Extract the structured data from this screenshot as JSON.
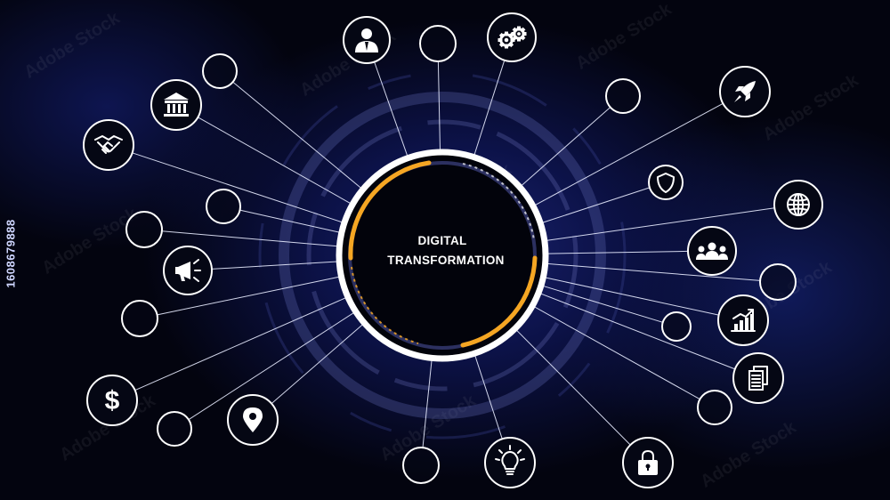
{
  "hub": {
    "line1": "DIGITAL",
    "line2": "TRANSFORMATION"
  },
  "stock_id": "1608679888",
  "watermark": "Adobe Stock",
  "colors": {
    "accent": "#f5a623",
    "line": "#e8ecff",
    "background": "#03040f"
  },
  "nodes": [
    {
      "id": "person",
      "icon": "person-icon"
    },
    {
      "id": "top-empty",
      "icon": ""
    },
    {
      "id": "gears",
      "icon": "gears-icon"
    },
    {
      "id": "rocket",
      "icon": "rocket-icon"
    },
    {
      "id": "upper-right-empty",
      "icon": ""
    },
    {
      "id": "shield",
      "icon": "shield-icon"
    },
    {
      "id": "globe",
      "icon": "globe-icon"
    },
    {
      "id": "group",
      "icon": "group-icon"
    },
    {
      "id": "right-empty-1",
      "icon": ""
    },
    {
      "id": "right-empty-2",
      "icon": ""
    },
    {
      "id": "chart",
      "icon": "bar-chart-icon"
    },
    {
      "id": "documents",
      "icon": "documents-icon"
    },
    {
      "id": "right-empty-3",
      "icon": ""
    },
    {
      "id": "lock",
      "icon": "lock-icon"
    },
    {
      "id": "lightbulb",
      "icon": "lightbulb-icon"
    },
    {
      "id": "bottom-empty",
      "icon": ""
    },
    {
      "id": "location",
      "icon": "location-pin-icon"
    },
    {
      "id": "lower-left-empty",
      "icon": ""
    },
    {
      "id": "dollar",
      "icon": "dollar-icon"
    },
    {
      "id": "left-empty-1",
      "icon": ""
    },
    {
      "id": "megaphone",
      "icon": "megaphone-icon"
    },
    {
      "id": "left-empty-2",
      "icon": ""
    },
    {
      "id": "left-empty-3",
      "icon": ""
    },
    {
      "id": "handshake",
      "icon": "handshake-icon"
    },
    {
      "id": "bank",
      "icon": "bank-icon"
    },
    {
      "id": "upper-left-empty",
      "icon": ""
    }
  ]
}
